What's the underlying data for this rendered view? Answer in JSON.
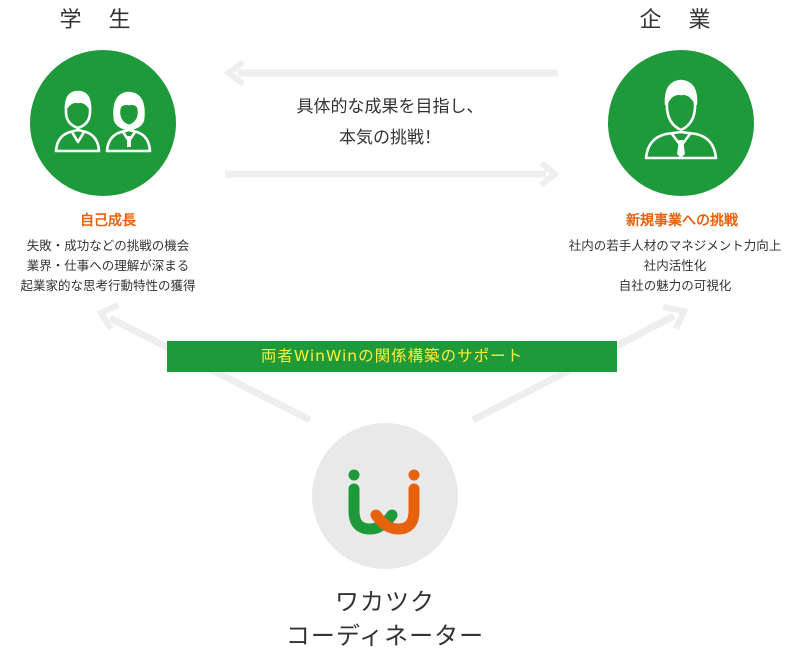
{
  "student": {
    "heading": "学 生",
    "title": "自己成長",
    "lines": [
      "失敗・成功などの挑戦の機会",
      "業界・仕事への理解が深まる",
      "起業家的な思考行動特性の獲得"
    ]
  },
  "company": {
    "heading": "企 業",
    "title": "新規事業への挑戦",
    "lines": [
      "社内の若手人材のマネジメント力向上",
      "社内活性化",
      "自社の魅力の可視化"
    ]
  },
  "middle": {
    "lines": [
      "具体的な成果を目指し、",
      "本気の挑戦！"
    ]
  },
  "banner": {
    "text": "両者WinWinの関係構築のサポート"
  },
  "coordinator": {
    "lines": [
      "ワカツク",
      "コーディネーター"
    ]
  },
  "colors": {
    "green": "#1f9a3a",
    "orange": "#e8620e",
    "banner_text": "#ffee3a",
    "arrow": "#eeeeee"
  }
}
